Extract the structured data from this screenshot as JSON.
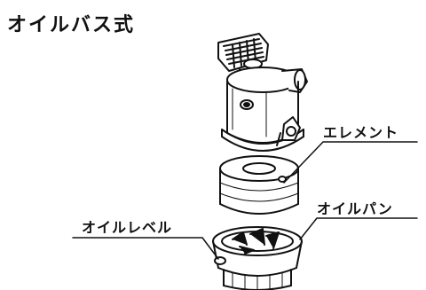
{
  "title": "オイルバス式",
  "labels": {
    "element": "エレメント",
    "oil_pan": "オイルパン",
    "oil_level": "オイルレベル"
  },
  "colors": {
    "ink": "#111111",
    "background": "#ffffff"
  }
}
